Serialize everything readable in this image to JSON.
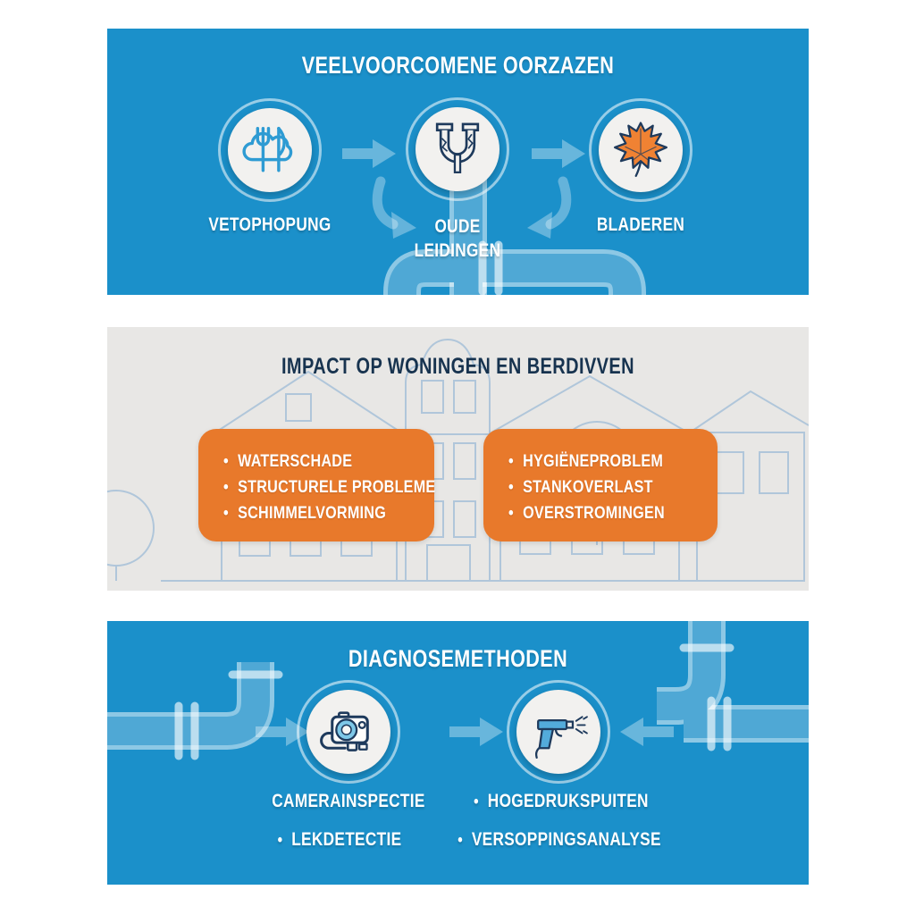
{
  "bullet_char": "•",
  "colors": {
    "panel_blue": "#1B90CA",
    "panel_gray": "#E8E7E5",
    "box_orange": "#E8792B",
    "leaf_orange": "#F08233",
    "outline_navy": "#1E3A5C",
    "title_navy": "#17334F",
    "icon_blue": "#2E9BD3",
    "text_white": "#FFFFFF"
  },
  "causes": {
    "title": "VEELVOORCOMENE OORZAZEN",
    "items": [
      {
        "label": "VETOPHOPUNG",
        "icon": "grease-food-icon"
      },
      {
        "label": "OUDE LEIDINGEN",
        "icon": "cracked-pipe-icon"
      },
      {
        "label": "BLADEREN",
        "icon": "maple-leaf-icon"
      }
    ]
  },
  "impact": {
    "title": "IMPACT OP WONINGEN EN BERDIVVEN",
    "left_box": {
      "items": [
        "WATERSCHADE",
        "STRUCTURELE PROBLEME",
        "SCHIMMELVORMING"
      ]
    },
    "right_box": {
      "items": [
        "HYGIËNEPROBLEM",
        "STANKOVERLAST",
        "OVERSTROMINGEN"
      ]
    }
  },
  "diagnosis": {
    "title": "DIAGNOSEMETHODEN",
    "methods": [
      {
        "label": "CAMERAINSPECTIE",
        "icon": "camera-icon"
      },
      {
        "label": "HOGEDRUKSPUITEN",
        "icon": "spray-gun-icon"
      }
    ],
    "extras": [
      "LEKDETECTIE",
      "VERSOPPINGSANALYSE"
    ]
  }
}
